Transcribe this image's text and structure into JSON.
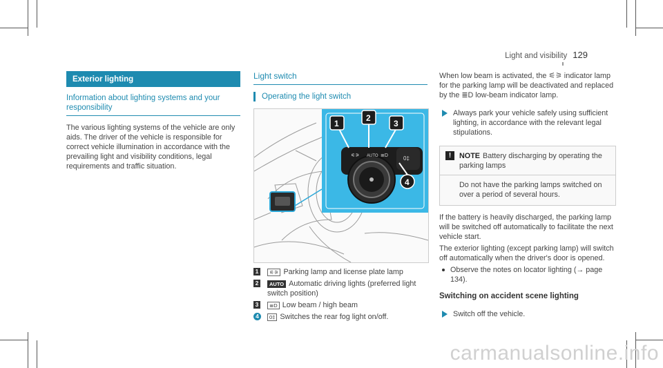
{
  "header": {
    "title": "Light and visibility",
    "page_number": "129"
  },
  "col1": {
    "bar_title": "Exterior lighting",
    "subtitle": "Information about lighting systems and your responsibility",
    "body": "The various lighting systems of the vehicle are only aids. The driver of the vehicle is responsible for correct vehicle illumination in accordance with the prevailing light and visibility conditions, legal requirements and traffic situation."
  },
  "col2": {
    "section_title": "Light switch",
    "sub_title": "Operating the light switch",
    "figure": {
      "callouts": [
        "1",
        "2",
        "3",
        "4"
      ],
      "switch_label": "AUTO"
    },
    "legend": [
      {
        "num": "1",
        "icon": "⚟⚞",
        "text": "Parking lamp and license plate lamp"
      },
      {
        "num": "2",
        "icon": "AUTO",
        "text": "Automatic driving lights (preferred light switch position)"
      },
      {
        "num": "3",
        "icon": "≣D",
        "text": "Low beam / high beam"
      },
      {
        "num": "4",
        "icon": "0‡",
        "text": "Switches the rear fog light on/off."
      }
    ]
  },
  "col3": {
    "intro": "When low beam is activated, the ⚟⚞ indicator lamp for the parking lamp will be deactivated and replaced by the ≣D low-beam indicator lamp.",
    "step1": "Always park your vehicle safely using sufficient lighting, in accordance with the relevant legal stipulations.",
    "note": {
      "label": "NOTE",
      "head_text": "Battery discharging by operating the parking lamps",
      "body": "Do not have the parking lamps switched on over a period of several hours."
    },
    "para1": "If the battery is heavily discharged, the parking lamp will be switched off automatically to facilitate the next vehicle start.",
    "para2": "The exterior lighting (except parking lamp) will switch off automatically when the driver's door is opened.",
    "bullet1": "Observe the notes on locator lighting (→ page 134).",
    "sub_heading": "Switching on accident scene lighting",
    "step2": "Switch off the vehicle."
  },
  "watermark": "carmanualsonline.info",
  "colors": {
    "accent": "#1e8bb0"
  }
}
